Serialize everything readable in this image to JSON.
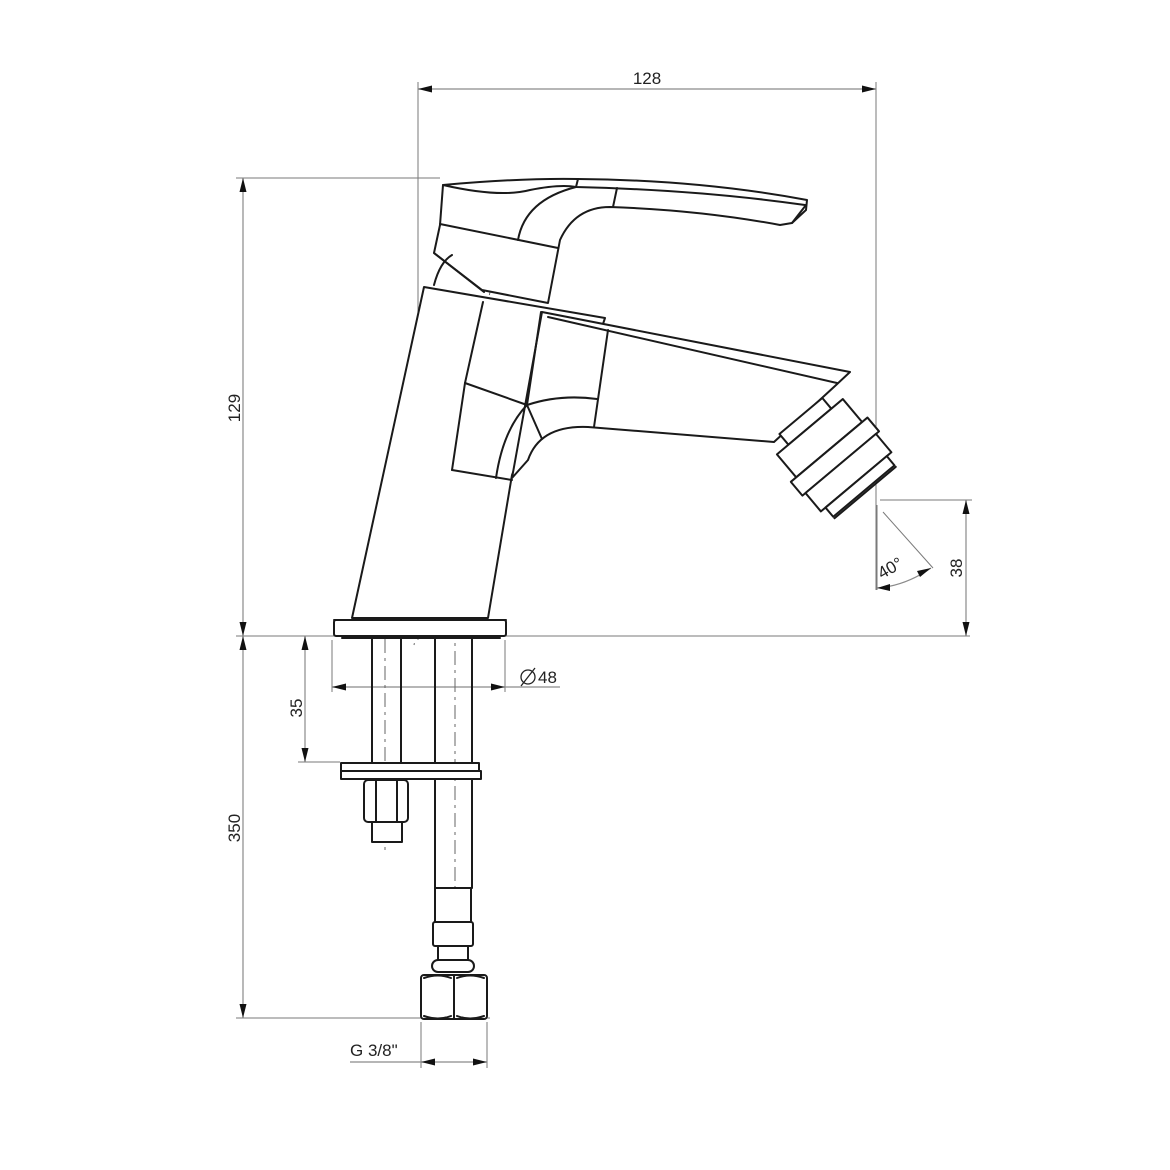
{
  "drawing": {
    "subject": "Single-lever bidet mixer tap – dimensioned side elevation",
    "line_color": "#1a1a1a",
    "dimension_color": "#8a8a8a",
    "background": "#ffffff"
  },
  "dimensions": {
    "overall_width": "128",
    "overall_height": "129",
    "base_diameter": "⌀48",
    "base_diameter_symbol": "⌀",
    "base_diameter_value": "48",
    "mount_clearance": "35",
    "hose_length": "350",
    "outlet_height": "38",
    "spray_angle": "40°",
    "connection_thread": "G 3/8\""
  }
}
